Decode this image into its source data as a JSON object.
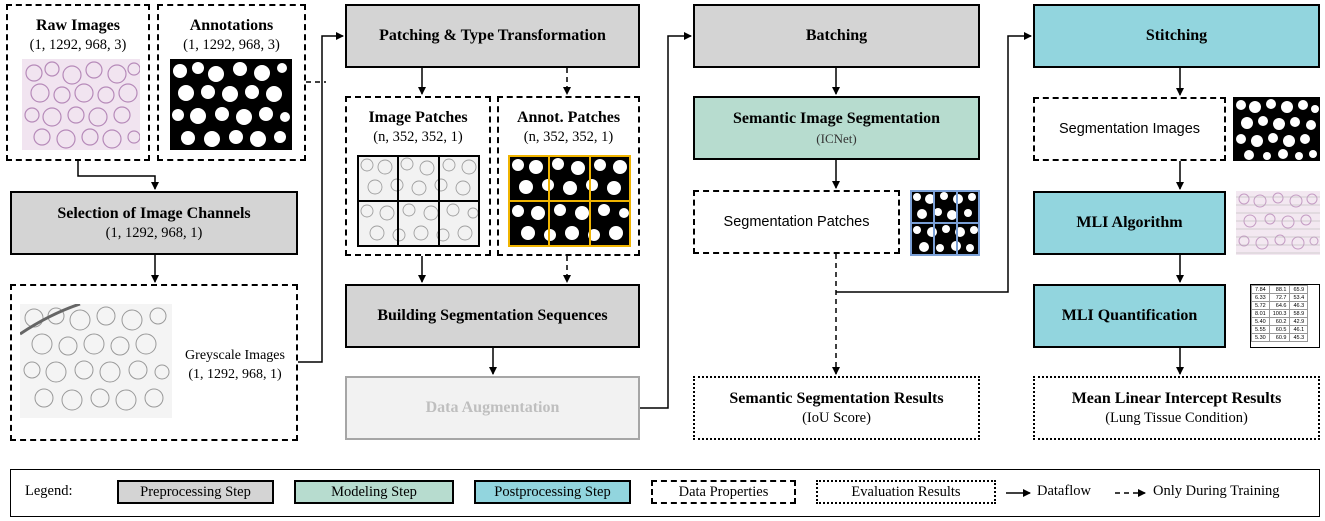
{
  "raw_images": {
    "title": "Raw Images",
    "shape": "(1, 1292, 968, 3)"
  },
  "annotations": {
    "title": "Annotations",
    "shape": "(1, 1292, 968, 3)"
  },
  "selection": {
    "title": "Selection of Image Channels",
    "shape": "(1, 1292, 968, 1)"
  },
  "greyscale": {
    "title": "Greyscale Images",
    "shape": "(1, 1292, 968, 1)"
  },
  "patching": {
    "title": "Patching & Type Transformation"
  },
  "image_patches": {
    "title": "Image Patches",
    "shape": "(n, 352, 352, 1)"
  },
  "annot_patches": {
    "title": "Annot. Patches",
    "shape": "(n, 352, 352, 1)"
  },
  "building": {
    "title": "Building Segmentation Sequences"
  },
  "augmentation": {
    "title": "Data Augmentation"
  },
  "batching": {
    "title": "Batching"
  },
  "semantic": {
    "title": "Semantic Image Segmentation",
    "subtitle": "(ICNet)"
  },
  "seg_patches": {
    "title": "Segmentation Patches"
  },
  "sem_results": {
    "title": "Semantic Segmentation Results",
    "subtitle": "(IoU Score)"
  },
  "stitching": {
    "title": "Stitching"
  },
  "seg_images": {
    "title": "Segmentation Images"
  },
  "mli_algorithm": {
    "title": "MLI Algorithm"
  },
  "mli_quant": {
    "title": "MLI Quantification"
  },
  "mli_results": {
    "title": "Mean Linear Intercept Results",
    "subtitle": "(Lung Tissue Condition)"
  },
  "mli_table": [
    [
      "7.84",
      "88.1",
      "65.9"
    ],
    [
      "6.33",
      "72.7",
      "53.4"
    ],
    [
      "5.72",
      "64.6",
      "46.3"
    ],
    [
      "8.01",
      "100.3",
      "58.9"
    ],
    [
      "5.40",
      "60.2",
      "42.9"
    ],
    [
      "5.55",
      "60.5",
      "46.1"
    ],
    [
      "5.30",
      "60.9",
      "45.3"
    ]
  ],
  "legend": {
    "label": "Legend:",
    "preprocessing": "Preprocessing Step",
    "modeling": "Modeling Step",
    "postprocessing": "Postprocessing Step",
    "data_properties": "Data Properties",
    "evaluation": "Evaluation Results",
    "dataflow": "Dataflow",
    "training": "Only During Training"
  },
  "colors": {
    "preprocessing": "#d4d4d4",
    "modeling": "#b7dccf",
    "postprocessing": "#92d5de",
    "patch_grid_annot": "#f0b400",
    "patch_grid_seg": "#7a9fd6"
  }
}
